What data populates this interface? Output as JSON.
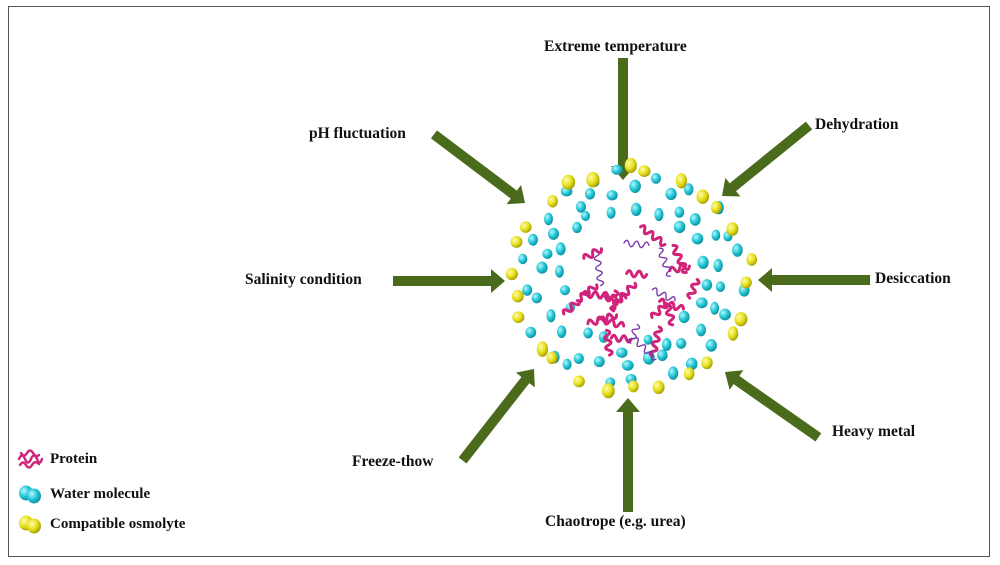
{
  "stressors": {
    "top": "Extreme temperature",
    "top_right": "Dehydration",
    "right": "Desiccation",
    "bottom_right": "Heavy metal",
    "bottom": "Chaotrope (e.g. urea)",
    "bottom_left": "Freeze-thow",
    "left": "Salinity condition",
    "top_left": "pH fluctuation"
  },
  "legend": {
    "protein": "Protein",
    "water": "Water molecule",
    "osmolyte": "Compatible osmolyte"
  },
  "colors": {
    "arrow": "#4a6b1b",
    "protein": "#d0237a",
    "water": "#22c6d6",
    "osmolyte": "#e6e01a"
  }
}
